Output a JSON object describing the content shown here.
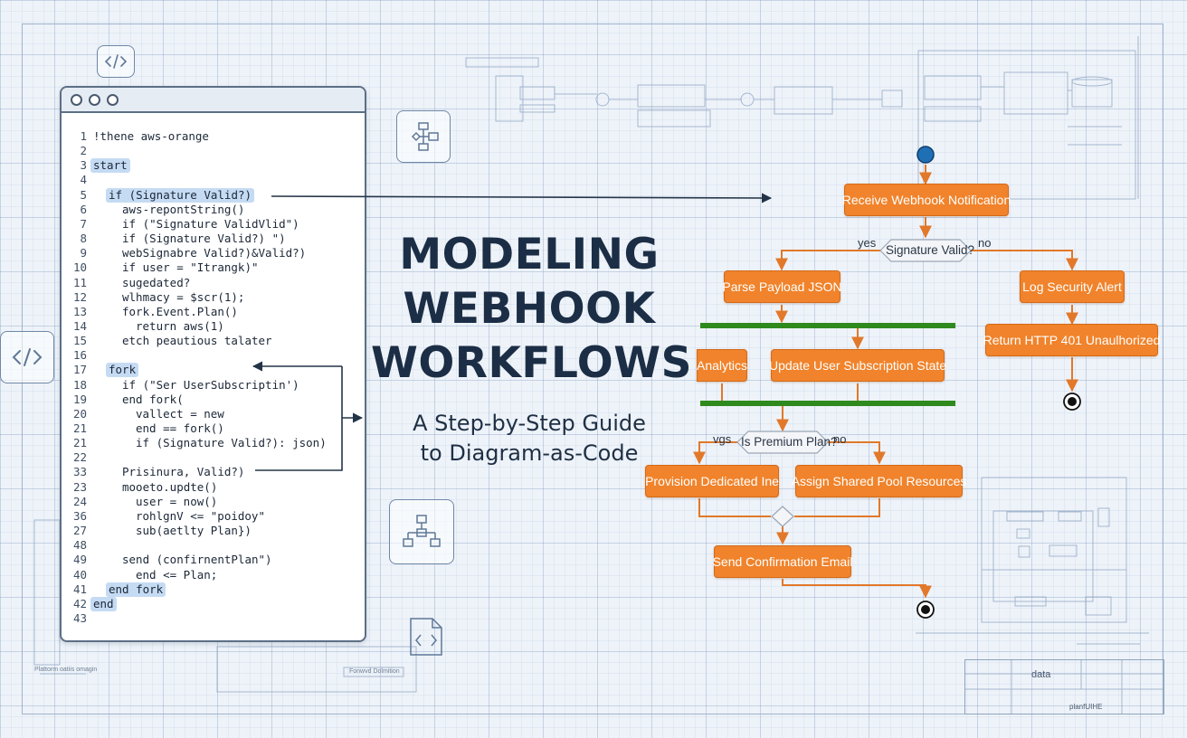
{
  "title_lines": [
    "MODELING",
    "WEBHOOK",
    "WORKFLOWS"
  ],
  "subtitle_lines": [
    "A Step-by-Step Guide",
    "to Diagram-as-Code"
  ],
  "icons": [
    "code-brackets-icon",
    "flowchart-icon",
    "code-brackets-icon",
    "tree-diagram-icon",
    "code-file-icon"
  ],
  "editor": {
    "lines": [
      {
        "n": "1",
        "code": "!thene aws-orange",
        "indent": 0,
        "hl": false
      },
      {
        "n": "2",
        "code": "",
        "indent": 0,
        "hl": false
      },
      {
        "n": "3",
        "code": "start",
        "indent": 0,
        "hl": true
      },
      {
        "n": "4",
        "code": "",
        "indent": 0,
        "hl": false
      },
      {
        "n": "5",
        "code": "if (Signature Valid?)",
        "indent": 1,
        "hl": true
      },
      {
        "n": "6",
        "code": "aws-repontString()",
        "indent": 2,
        "hl": false
      },
      {
        "n": "7",
        "code": "if (\"Signature ValidVlid\")",
        "indent": 2,
        "hl": false
      },
      {
        "n": "8",
        "code": "if (Signature Valid?) \")",
        "indent": 2,
        "hl": false
      },
      {
        "n": "9",
        "code": "webSignabre Valid?)&Valid?)",
        "indent": 2,
        "hl": false
      },
      {
        "n": "10",
        "code": "if user = \"Itrangk)\"",
        "indent": 2,
        "hl": false
      },
      {
        "n": "11",
        "code": "sugedated?",
        "indent": 2,
        "hl": false
      },
      {
        "n": "12",
        "code": "wlhmacy = $scr(1);",
        "indent": 2,
        "hl": false
      },
      {
        "n": "13",
        "code": "fork.Event.Plan()",
        "indent": 2,
        "hl": false
      },
      {
        "n": "14",
        "code": "return aws(1)",
        "indent": 3,
        "hl": false
      },
      {
        "n": "15",
        "code": "etch peautious talater",
        "indent": 2,
        "hl": false
      },
      {
        "n": "16",
        "code": "",
        "indent": 0,
        "hl": false
      },
      {
        "n": "17",
        "code": "fork",
        "indent": 1,
        "hl": true
      },
      {
        "n": "18",
        "code": "if (\"Ser UserSubscriptin')",
        "indent": 2,
        "hl": false
      },
      {
        "n": "19",
        "code": "end fork(",
        "indent": 2,
        "hl": false
      },
      {
        "n": "20",
        "code": "vallect = new",
        "indent": 3,
        "hl": false
      },
      {
        "n": "21",
        "code": "end == fork()",
        "indent": 3,
        "hl": false
      },
      {
        "n": "21",
        "code": "if (Signature Valid?): json)",
        "indent": 3,
        "hl": false
      },
      {
        "n": "22",
        "code": "",
        "indent": 0,
        "hl": false
      },
      {
        "n": "33",
        "code": "Prisinura, Valid?)",
        "indent": 2,
        "hl": false
      },
      {
        "n": "23",
        "code": "mooeto.updte()",
        "indent": 2,
        "hl": false
      },
      {
        "n": "24",
        "code": "user = now()",
        "indent": 3,
        "hl": false
      },
      {
        "n": "36",
        "code": "rohlgnV <= \"poidoy\"",
        "indent": 3,
        "hl": false
      },
      {
        "n": "27",
        "code": "sub(aetlty Plan})",
        "indent": 3,
        "hl": false
      },
      {
        "n": "48",
        "code": "",
        "indent": 0,
        "hl": false
      },
      {
        "n": "49",
        "code": "send (confirnentPlan\")",
        "indent": 2,
        "hl": false
      },
      {
        "n": "40",
        "code": "end <= Plan;",
        "indent": 3,
        "hl": false
      },
      {
        "n": "41",
        "code": "end fork",
        "indent": 1,
        "hl": true
      },
      {
        "n": "42",
        "code": "end",
        "indent": 0,
        "hl": true
      },
      {
        "n": "43",
        "code": "",
        "indent": 0,
        "hl": false
      }
    ]
  },
  "flow": {
    "nodes": {
      "receive": "Receive Webhook Notification",
      "parse": "Parse Payload JSON",
      "log": "Log Security Alert",
      "return401": "Return HTTP 401 Unaulhorized",
      "analytics": "Analytics",
      "update": "Update User Subscription State",
      "provision": "Provision Dedicated Ine",
      "assign": "Assign Shared Pool Resources",
      "send": "Send Confirmation Email"
    },
    "decisions": {
      "signature": "Signature Valid?",
      "premium": "Is Premium Plan?"
    },
    "branch_labels": {
      "yes1": "yes",
      "no1": "no",
      "yes2": "vgs",
      "no2": "no"
    },
    "colors": {
      "node_fill": "#f0832b",
      "arrow": "#e2782a",
      "fork_bar": "#2f8a1e",
      "start_dot": "#1f6fb5",
      "end_dot": "#111111"
    }
  },
  "background_labels": {
    "title_block_data": "data",
    "title_block_plan": "planfUIHE",
    "small_a": "Plattorm oatiis omagin",
    "small_b": "Fonwvd Dolmition"
  }
}
